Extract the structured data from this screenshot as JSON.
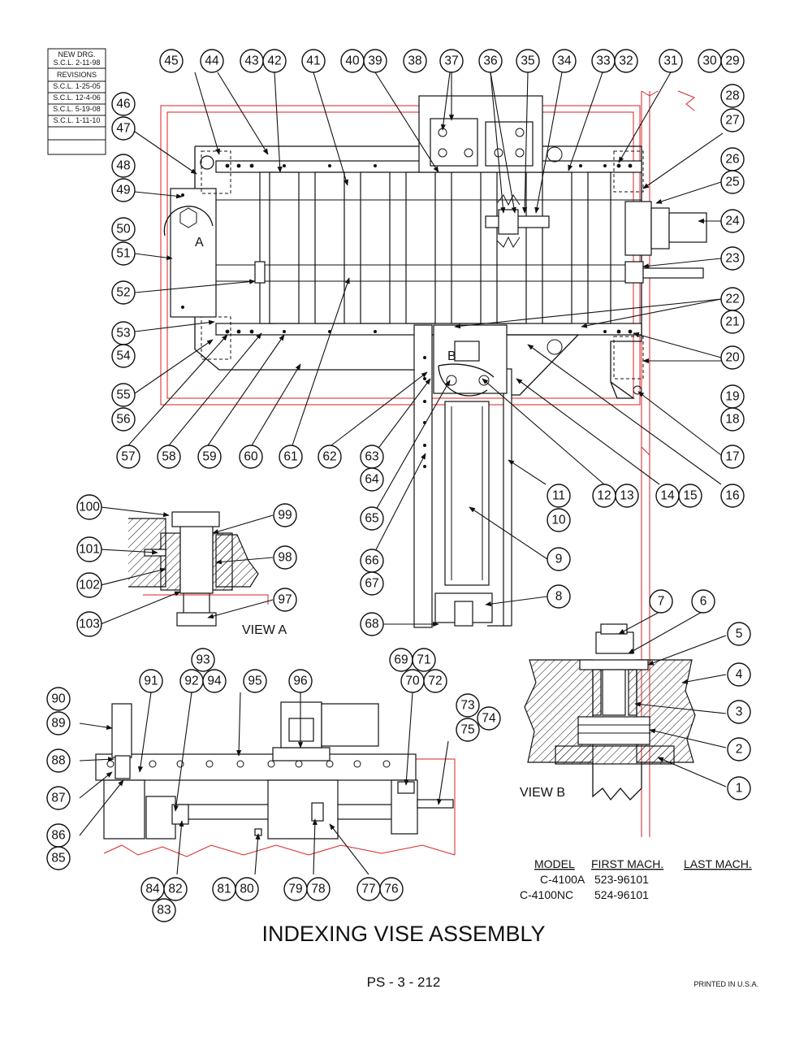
{
  "revision_block": {
    "lines": [
      "NEW DRG.",
      "S.C.L. 2-11-98",
      "REVISIONS",
      "S.C.L. 1-25-05",
      "S.C.L. 12-4-06",
      "S.C.L. 5-19-08",
      "S.C.L. 1-11-10"
    ]
  },
  "callouts": {
    "top": [
      "45",
      "44",
      "43",
      "42",
      "41",
      "40",
      "39",
      "38",
      "37",
      "36",
      "35",
      "34",
      "33",
      "32",
      "31",
      "30",
      "29"
    ],
    "right": [
      "28",
      "27",
      "26",
      "25",
      "24",
      "23",
      "22",
      "21",
      "20",
      "19",
      "18",
      "17"
    ],
    "left": [
      "46",
      "47",
      "48",
      "49",
      "50",
      "51",
      "52",
      "53",
      "54",
      "55",
      "56"
    ],
    "bottom_row": [
      "57",
      "58",
      "59",
      "60",
      "61",
      "62",
      "63",
      "64",
      "65",
      "66",
      "67",
      "68",
      "11",
      "10",
      "12",
      "13",
      "14",
      "15",
      "16",
      "9",
      "8"
    ],
    "view_a": [
      "100",
      "99",
      "101",
      "98",
      "102",
      "103",
      "97"
    ],
    "view_b": [
      "7",
      "6",
      "5",
      "4",
      "3",
      "2",
      "1"
    ],
    "lower": [
      "93",
      "92",
      "94",
      "91",
      "95",
      "96",
      "69",
      "71",
      "70",
      "72",
      "73",
      "74",
      "75",
      "90",
      "89",
      "88",
      "87",
      "86",
      "85",
      "84",
      "82",
      "83",
      "81",
      "80",
      "79",
      "78",
      "77",
      "76"
    ]
  },
  "view_labels": {
    "view_a": "VIEW A",
    "view_b": "VIEW B",
    "detail_a": "A",
    "detail_b": "B"
  },
  "model_table": {
    "headers": [
      "MODEL",
      "FIRST MACH.",
      "LAST MACH."
    ],
    "rows": [
      [
        "C-4100A",
        "523-96101",
        ""
      ],
      [
        "C-4100NC",
        "524-96101",
        ""
      ]
    ]
  },
  "title": "INDEXING VISE ASSEMBLY",
  "page_number": "PS - 3 - 212",
  "printed": "PRINTED IN U.S.A."
}
